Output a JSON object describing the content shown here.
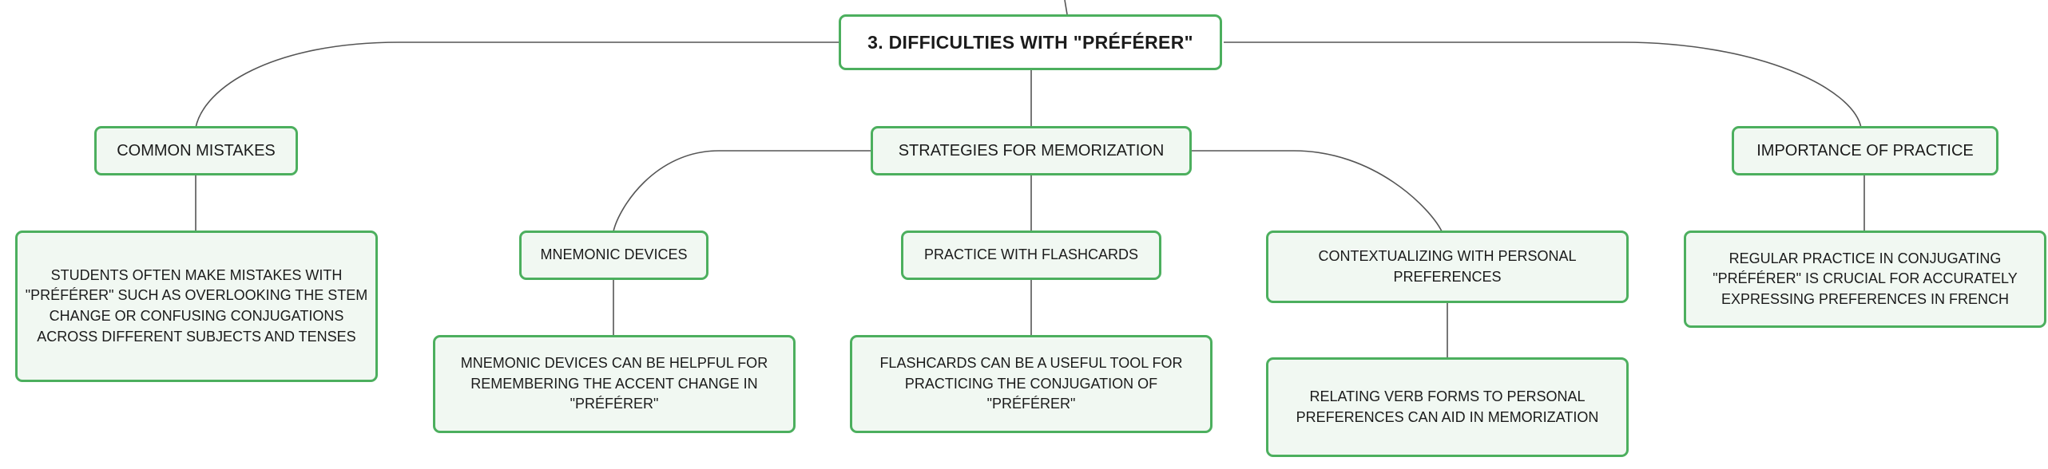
{
  "colors": {
    "border": "#4caf5e",
    "fill": "#f1f8f2",
    "line": "#555555"
  },
  "root": {
    "label": "3. DIFFICULTIES WITH \"PRÉFÉRER\""
  },
  "common_mistakes": {
    "label": "COMMON MISTAKES",
    "detail": "STUDENTS OFTEN MAKE MISTAKES WITH \"PRÉFÉRER\" SUCH AS OVERLOOKING THE STEM CHANGE OR CONFUSING CONJUGATIONS ACROSS DIFFERENT SUBJECTS AND TENSES"
  },
  "strategies": {
    "label": "STRATEGIES FOR MEMORIZATION",
    "mnemonic": {
      "label": "MNEMONIC DEVICES",
      "detail": "MNEMONIC DEVICES CAN BE HELPFUL FOR REMEMBERING THE ACCENT CHANGE IN \"PRÉFÉRER\""
    },
    "flashcards": {
      "label": "PRACTICE WITH FLASHCARDS",
      "detail": "FLASHCARDS CAN BE A USEFUL TOOL FOR PRACTICING THE CONJUGATION OF \"PRÉFÉRER\""
    },
    "contextualizing": {
      "label": "CONTEXTUALIZING WITH PERSONAL PREFERENCES",
      "detail": "RELATING VERB FORMS TO PERSONAL PREFERENCES CAN AID IN MEMORIZATION"
    }
  },
  "importance": {
    "label": "IMPORTANCE OF PRACTICE",
    "detail": "REGULAR PRACTICE IN CONJUGATING \"PRÉFÉRER\" IS CRUCIAL FOR ACCURATELY EXPRESSING PREFERENCES IN FRENCH"
  }
}
